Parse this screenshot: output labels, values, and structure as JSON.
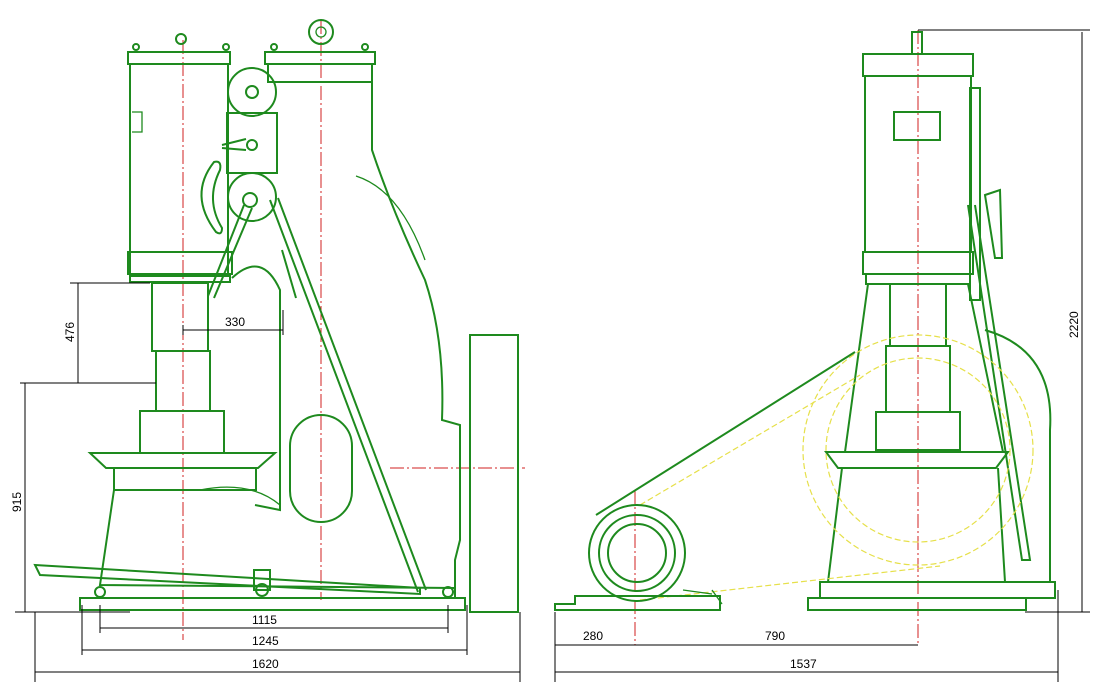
{
  "drawing": {
    "title": "Pneumatic forging hammer general arrangement",
    "colors": {
      "outline": "#1e8a1e",
      "centerline": "#d02020",
      "belt": "#e6e04a",
      "dimension": "#000000"
    },
    "dimensions": {
      "ram_stroke": "476",
      "throat_depth": "330",
      "anvil_height": "915",
      "base_inner": "1115",
      "base_middle": "1245",
      "overall_length_front": "1620",
      "motor_offset": "280",
      "motor_to_center": "790",
      "overall_length_side": "1537",
      "overall_height": "2220"
    }
  }
}
